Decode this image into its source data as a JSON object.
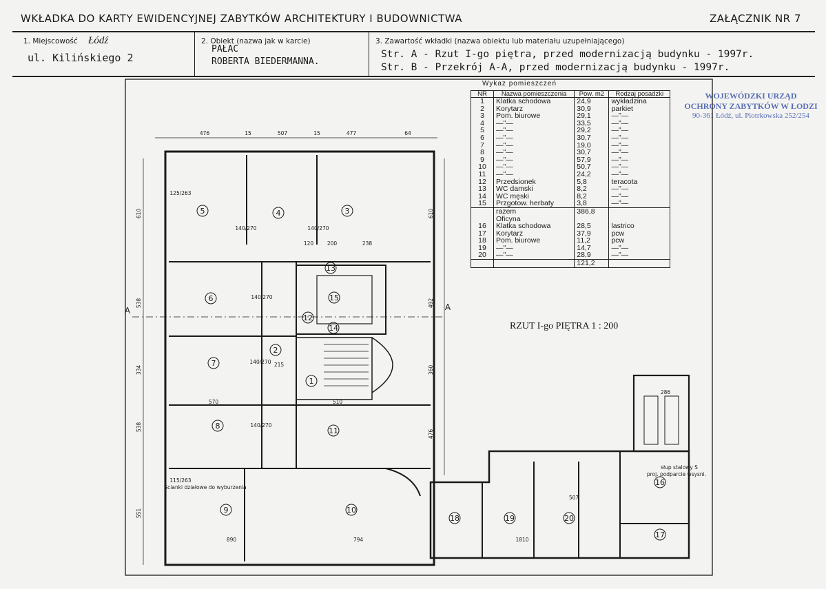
{
  "header": {
    "title": "WKŁADKA DO KARTY EWIDENCYJNEJ ZABYTKÓW ARCHITEKTURY I BUDOWNICTWA",
    "annex": "ZAŁĄCZNIK NR 7"
  },
  "fields": {
    "locality_label": "1. Miejscowość",
    "locality_value": "Łódź",
    "street": "ul. Kilińskiego 2",
    "object_label": "2. Obiekt (nazwa jak w karcie)",
    "object_line1": "PAŁAC",
    "object_line2": "ROBERTA BIEDERMANNA.",
    "content_label": "3. Zawartość wkładki (nazwa obiektu lub materiału uzupełniającego)",
    "content_line1": "Str. A - Rzut I-go piętra, przed modernizacją budynku - 1997r.",
    "content_line2": "Str. B - Przekrój   A-A, przed modernizacją budynku - 1997r."
  },
  "stamp": {
    "line1": "WOJEWÓDZKI URZĄD",
    "line2": "OCHRONY ZABYTKÓW W ŁODZI",
    "line3": "90-361 Łódź, ul. Piotrkowska 252/254"
  },
  "rooms_table": {
    "caption": "Wykaz pomieszczeń",
    "headers": [
      "NR",
      "Nazwa pomieszczenia",
      "Pow. m2",
      "Rodzaj posadzki"
    ],
    "rows": [
      [
        "1",
        "Klatka schodowa",
        "24,9",
        "wykładzina"
      ],
      [
        "2",
        "Korytarz",
        "30,9",
        "parkiet"
      ],
      [
        "3",
        "Pom. biurowe",
        "29,1",
        "—\"—"
      ],
      [
        "4",
        "—\"—",
        "33,5",
        "—\"—"
      ],
      [
        "5",
        "—\"—",
        "29,2",
        "—\"—"
      ],
      [
        "6",
        "—\"—",
        "30,7",
        "—\"—"
      ],
      [
        "7",
        "—\"—",
        "19,0",
        "—\"—"
      ],
      [
        "8",
        "—\"—",
        "30,7",
        "—\"—"
      ],
      [
        "9",
        "—\"—",
        "57,9",
        "—\"—"
      ],
      [
        "10",
        "—\"—",
        "50,7",
        "—\"—"
      ],
      [
        "11",
        "—\"—",
        "24,2",
        "—\"—"
      ],
      [
        "12",
        "Przedsionek",
        "5,8",
        "teracota"
      ],
      [
        "13",
        "WC damski",
        "8,2",
        "—\"—"
      ],
      [
        "14",
        "WC męski",
        "8,2",
        "—\"—"
      ],
      [
        "15",
        "Przgotow. herbaty",
        "3,8",
        "—\"—"
      ],
      [
        "",
        "razem",
        "386,8",
        ""
      ],
      [
        "",
        "Oficyna",
        "",
        ""
      ],
      [
        "16",
        "Klatka schodowa",
        "28,5",
        "lastrico"
      ],
      [
        "17",
        "Korytarz",
        "37,9",
        "pcw"
      ],
      [
        "18",
        "Pom. biurowe",
        "11,2",
        "pcw"
      ],
      [
        "19",
        "—\"—",
        "14,7",
        "—\"—"
      ],
      [
        "20",
        "—\"—",
        "28,9",
        "—\"—"
      ],
      [
        "",
        "",
        "121,2",
        ""
      ]
    ]
  },
  "plan": {
    "scale_title": "RZUT I-go PIĘTRA 1 : 200",
    "section_mark": "A",
    "rooms": [
      {
        "n": "1"
      },
      {
        "n": "2"
      },
      {
        "n": "3"
      },
      {
        "n": "4"
      },
      {
        "n": "5"
      },
      {
        "n": "6"
      },
      {
        "n": "7"
      },
      {
        "n": "8"
      },
      {
        "n": "9"
      },
      {
        "n": "10"
      },
      {
        "n": "11"
      },
      {
        "n": "12"
      },
      {
        "n": "13"
      },
      {
        "n": "14"
      },
      {
        "n": "15"
      },
      {
        "n": "16"
      },
      {
        "n": "17"
      },
      {
        "n": "18"
      },
      {
        "n": "19"
      },
      {
        "n": "20"
      }
    ],
    "top_dims": [
      "476",
      "15",
      "507",
      "15",
      "477",
      "64"
    ],
    "left_dims": [
      "610",
      "538",
      "334",
      "538",
      "551"
    ],
    "right_dims": [
      "610",
      "492",
      "360",
      "476"
    ],
    "bottom_dims": [
      "890",
      "794",
      "1810"
    ],
    "door_dims": [
      "140/270",
      "140/270",
      "140/270",
      "140/270",
      "140/270",
      "125/263",
      "115/263"
    ],
    "notes": [
      "słup stalowy S",
      "proj. podparcie wsysni.",
      "Ścianki działowe do wyburzenia"
    ],
    "misc_dims": [
      "570",
      "510",
      "507",
      "286",
      "215",
      "238",
      "200",
      "120"
    ]
  }
}
